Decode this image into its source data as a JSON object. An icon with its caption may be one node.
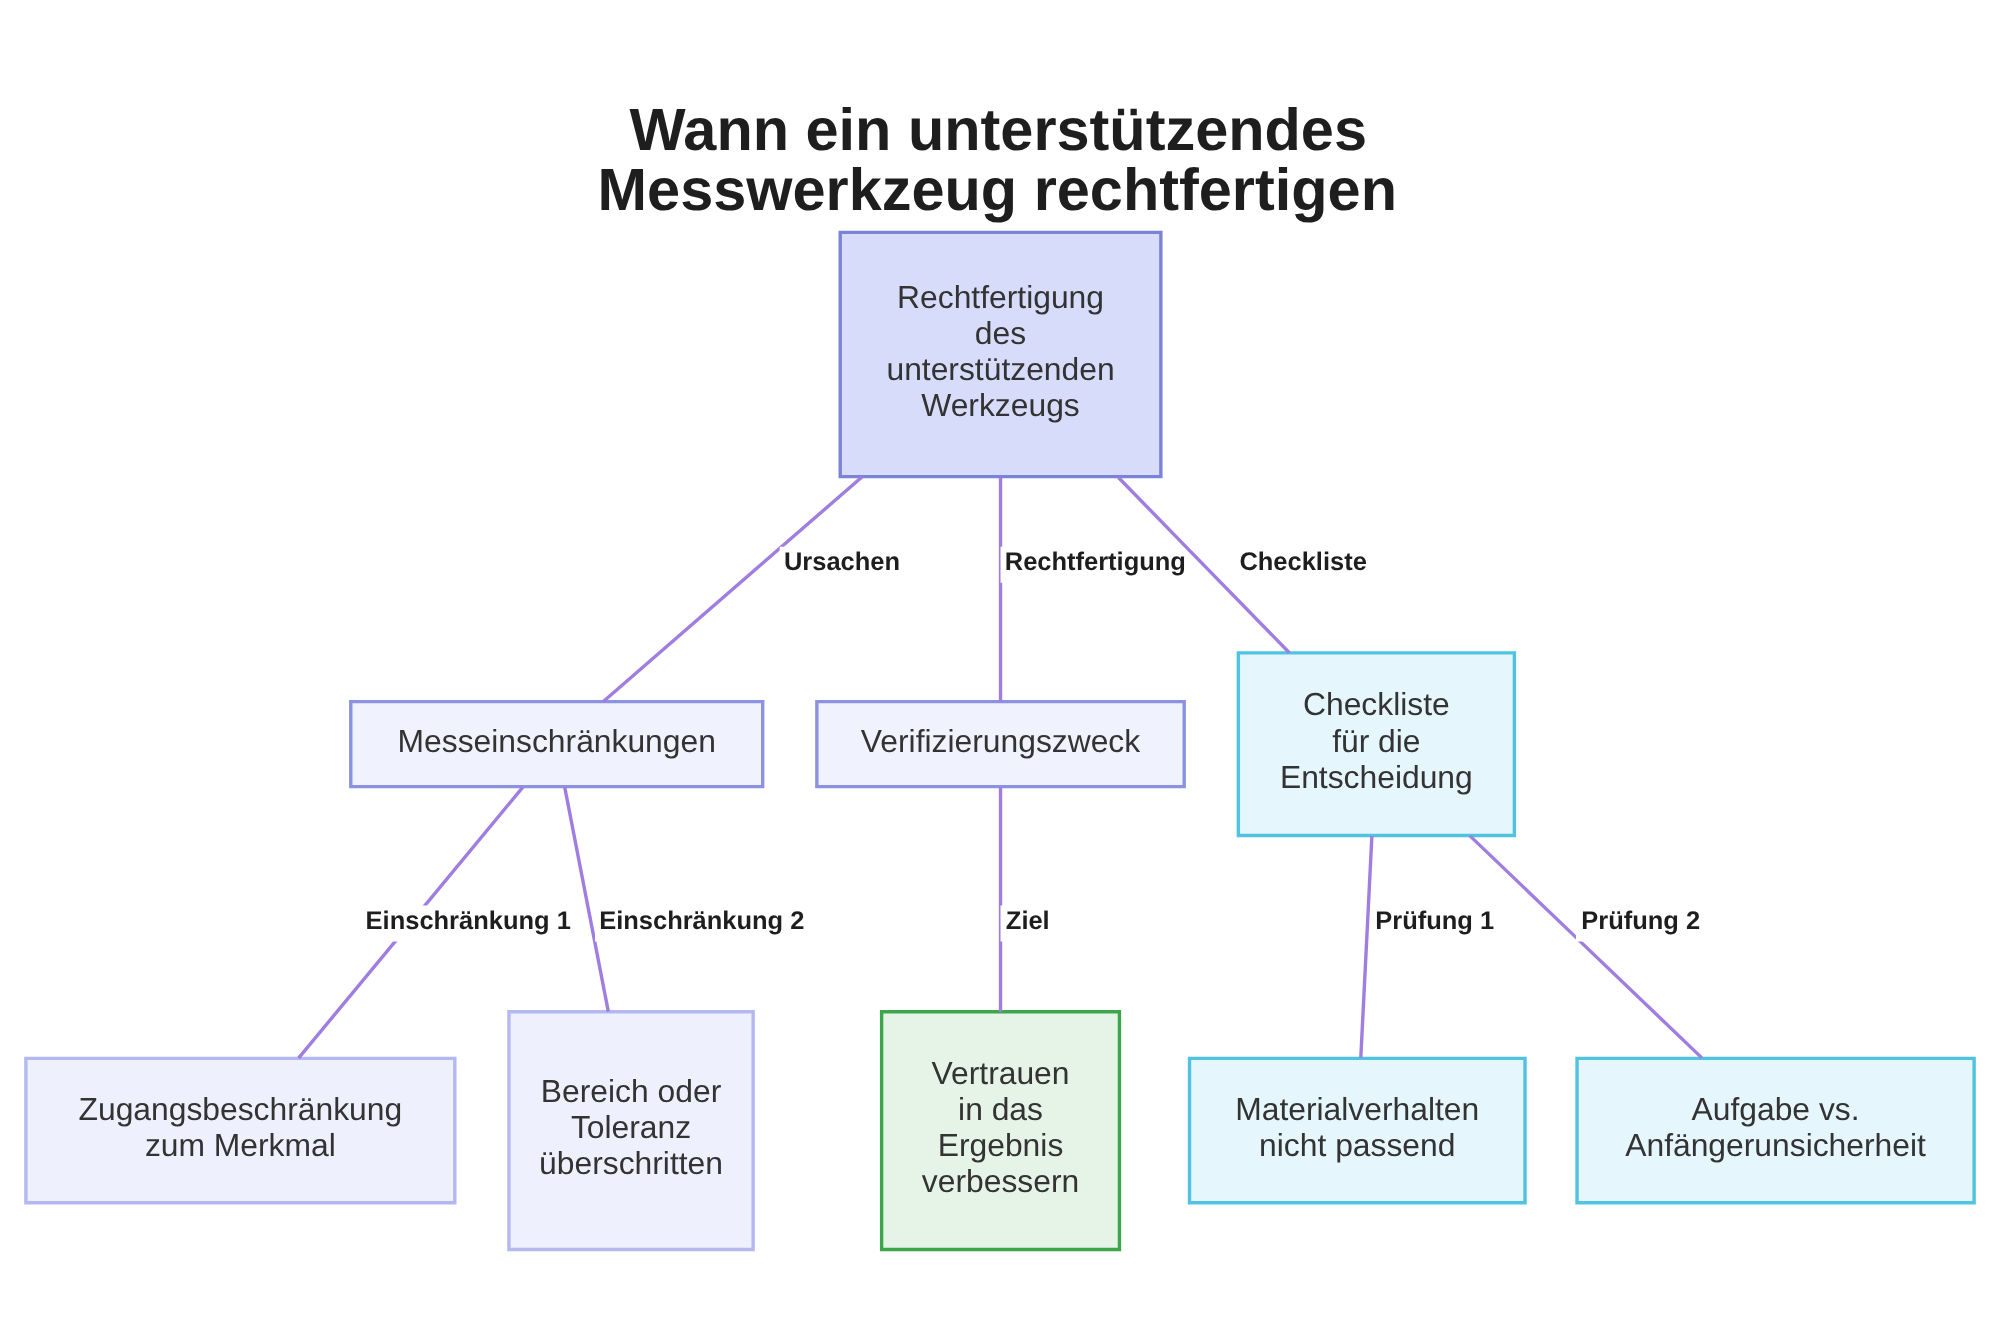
{
  "diagram": {
    "title": "Wann ein unterstützendes Messwerkzeug rechtfertigen",
    "nodes": [
      {
        "text": [
          "Rechtfertigung des unterstützenden Werkzeugs"
        ]
      },
      {
        "text": [
          "Messeinschränkungen"
        ]
      },
      {
        "text": [
          "Verifizierungszweck"
        ]
      },
      {
        "text": [
          "Checkliste für die Entscheidung"
        ]
      },
      {
        "text": [
          "Zugangsbeschränkung zum Merkmal"
        ]
      },
      {
        "text": [
          "Bereich oder Toleranz überschritten"
        ]
      },
      {
        "text": [
          "Vertrauen in das Ergebnis verbessern"
        ]
      },
      {
        "text": [
          "Materialverhalten nicht passend"
        ]
      },
      {
        "text": [
          "Aufgabe vs. Anfängerunsicherheit"
        ]
      }
    ],
    "edges": [
      {
        "from": 0,
        "to": 1,
        "arrow": "none",
        "label": "Ursachen"
      },
      {
        "from": 0,
        "to": 2,
        "arrow": "none",
        "label": "Rechtfertigung"
      },
      {
        "from": 0,
        "to": 3,
        "arrow": "none",
        "label": "Checkliste"
      },
      {
        "from": 1,
        "to": 4,
        "arrow": "none",
        "label": "Einschränkung 1"
      },
      {
        "from": 1,
        "to": 5,
        "arrow": "none",
        "label": "Einschränkung 2"
      },
      {
        "from": 2,
        "to": 6,
        "arrow": "none",
        "label": "Ziel"
      },
      {
        "from": 3,
        "to": 7,
        "arrow": "none",
        "label": "Prüfung 1"
      },
      {
        "from": 3,
        "to": 8,
        "arrow": "none",
        "label": "Prüfung 2"
      }
    ]
  }
}
